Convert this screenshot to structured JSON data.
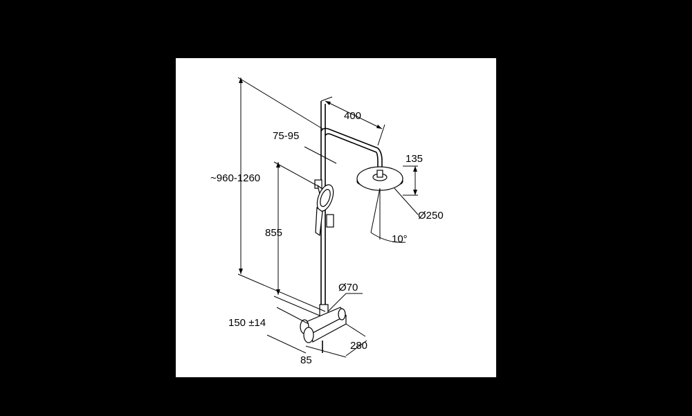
{
  "colors": {
    "background": "#000000",
    "panel": "#ffffff",
    "ink": "#000000"
  },
  "dimensions": {
    "arm_length": "400",
    "slide_distance": "75-95",
    "head_height": "135",
    "total_height": "~960-1260",
    "diameter_head": "Ø250",
    "hand_shower_height": "855",
    "tilt_angle": "10°",
    "diameter_pipe": "Ø70",
    "wall_distance": "150 ±14",
    "depth": "280",
    "mixer_depth": "85"
  }
}
